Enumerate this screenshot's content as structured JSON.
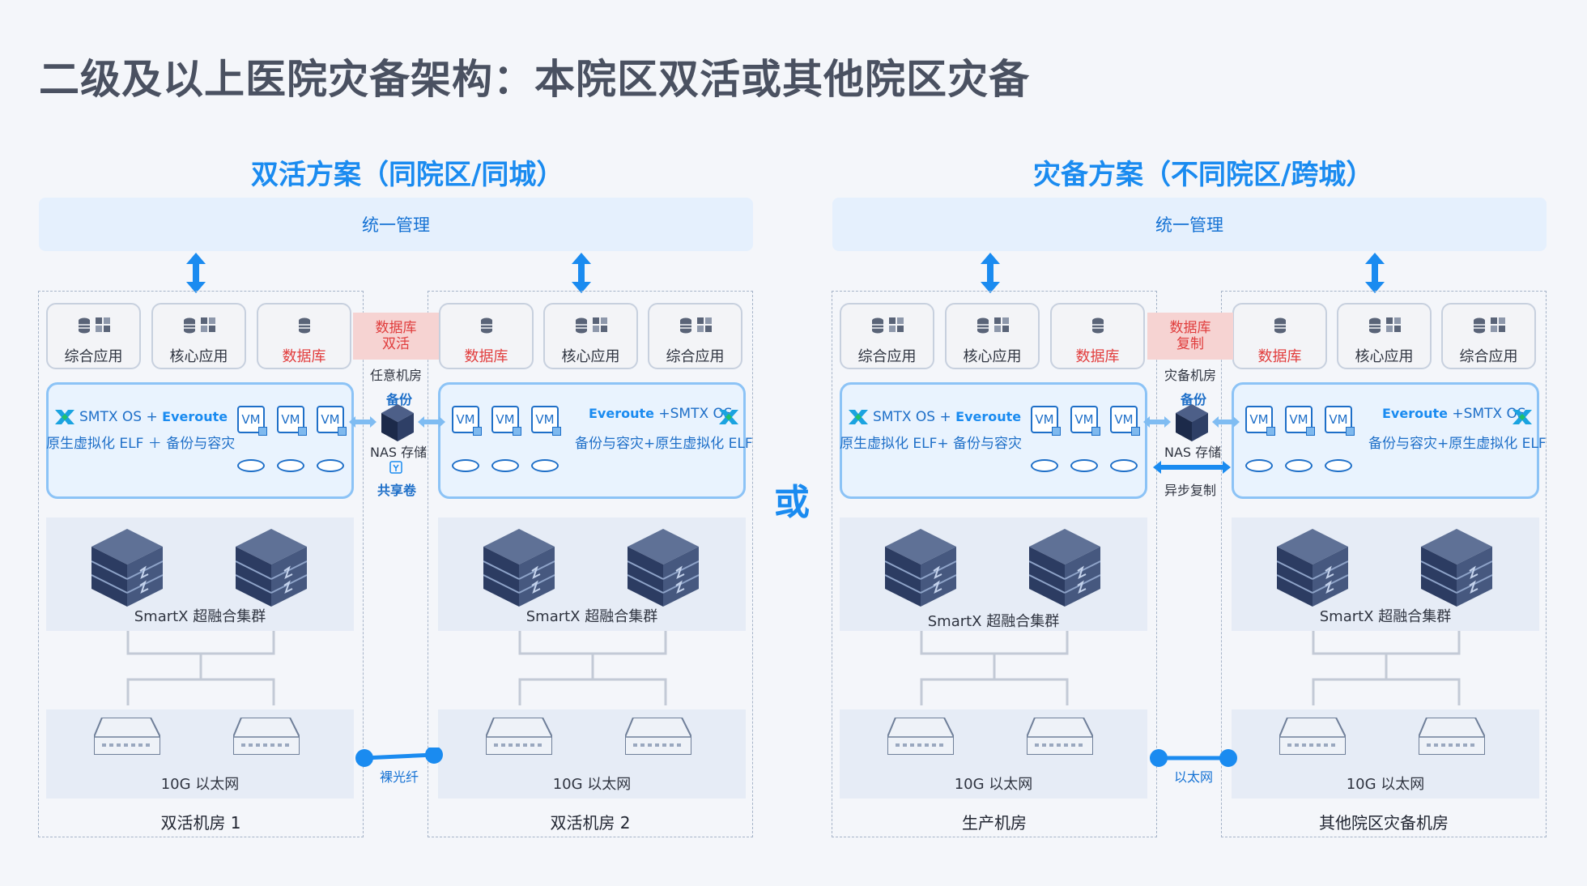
{
  "title": "二级及以上医院灾备架构：本院区双活或其他院区灾备",
  "or_label": "或",
  "left_plan": {
    "title": "双活方案（同院区/同城）",
    "management": "统一管理",
    "room1": {
      "apps": [
        "综合应用",
        "核心应用",
        "数据库"
      ],
      "vbox_line1_a": "SMTX OS",
      "vbox_line1_plus": "+",
      "vbox_line1_b": "Everoute",
      "vbox_line2": "原生虚拟化 ELF ＋ 备份与容灾",
      "cluster": "SmartX 超融合集群",
      "network": "10G 以太网",
      "room_label": "双活机房 1"
    },
    "room2": {
      "apps": [
        "数据库",
        "核心应用",
        "综合应用"
      ],
      "vbox_line1_a": "Everoute",
      "vbox_line1_plus": "+",
      "vbox_line1_b": "SMTX OS",
      "vbox_line2": "备份与容灾+原生虚拟化 ELF",
      "cluster": "SmartX 超融合集群",
      "network": "10G 以太网",
      "room_label": "双活机房 2"
    },
    "middle": {
      "db_tag": [
        "数据库",
        "双活"
      ],
      "site": "任意机房",
      "backup": "备份",
      "nas": "NAS 存储",
      "share": "共享卷",
      "link": "裸光纤"
    }
  },
  "right_plan": {
    "title": "灾备方案（不同院区/跨城）",
    "management": "统一管理",
    "room1": {
      "apps": [
        "综合应用",
        "核心应用",
        "数据库"
      ],
      "vbox_line1_a": "SMTX OS",
      "vbox_line1_plus": "+",
      "vbox_line1_b": "Everoute",
      "vbox_line2": "原生虚拟化 ELF+ 备份与容灾",
      "cluster": "SmartX 超融合集群",
      "network": "10G 以太网",
      "room_label": "生产机房"
    },
    "room2": {
      "apps": [
        "数据库",
        "核心应用",
        "综合应用"
      ],
      "vbox_line1_a": "Everoute",
      "vbox_line1_plus": "+",
      "vbox_line1_b": "SMTX OS",
      "vbox_line2": "备份与容灾+原生虚拟化 ELF",
      "cluster": "SmartX 超融合集群",
      "network": "10G 以太网",
      "room_label": "其他院区灾备机房"
    },
    "middle": {
      "db_tag": [
        "数据库",
        "复制"
      ],
      "site": "灾备机房",
      "backup": "备份",
      "nas": "NAS 存储",
      "async": "异步复制",
      "link": "以太网"
    }
  },
  "vm_label": "VM",
  "colors": {
    "accent": "#1a8bf0",
    "red": "#e23c3c",
    "title": "#4a5161"
  }
}
